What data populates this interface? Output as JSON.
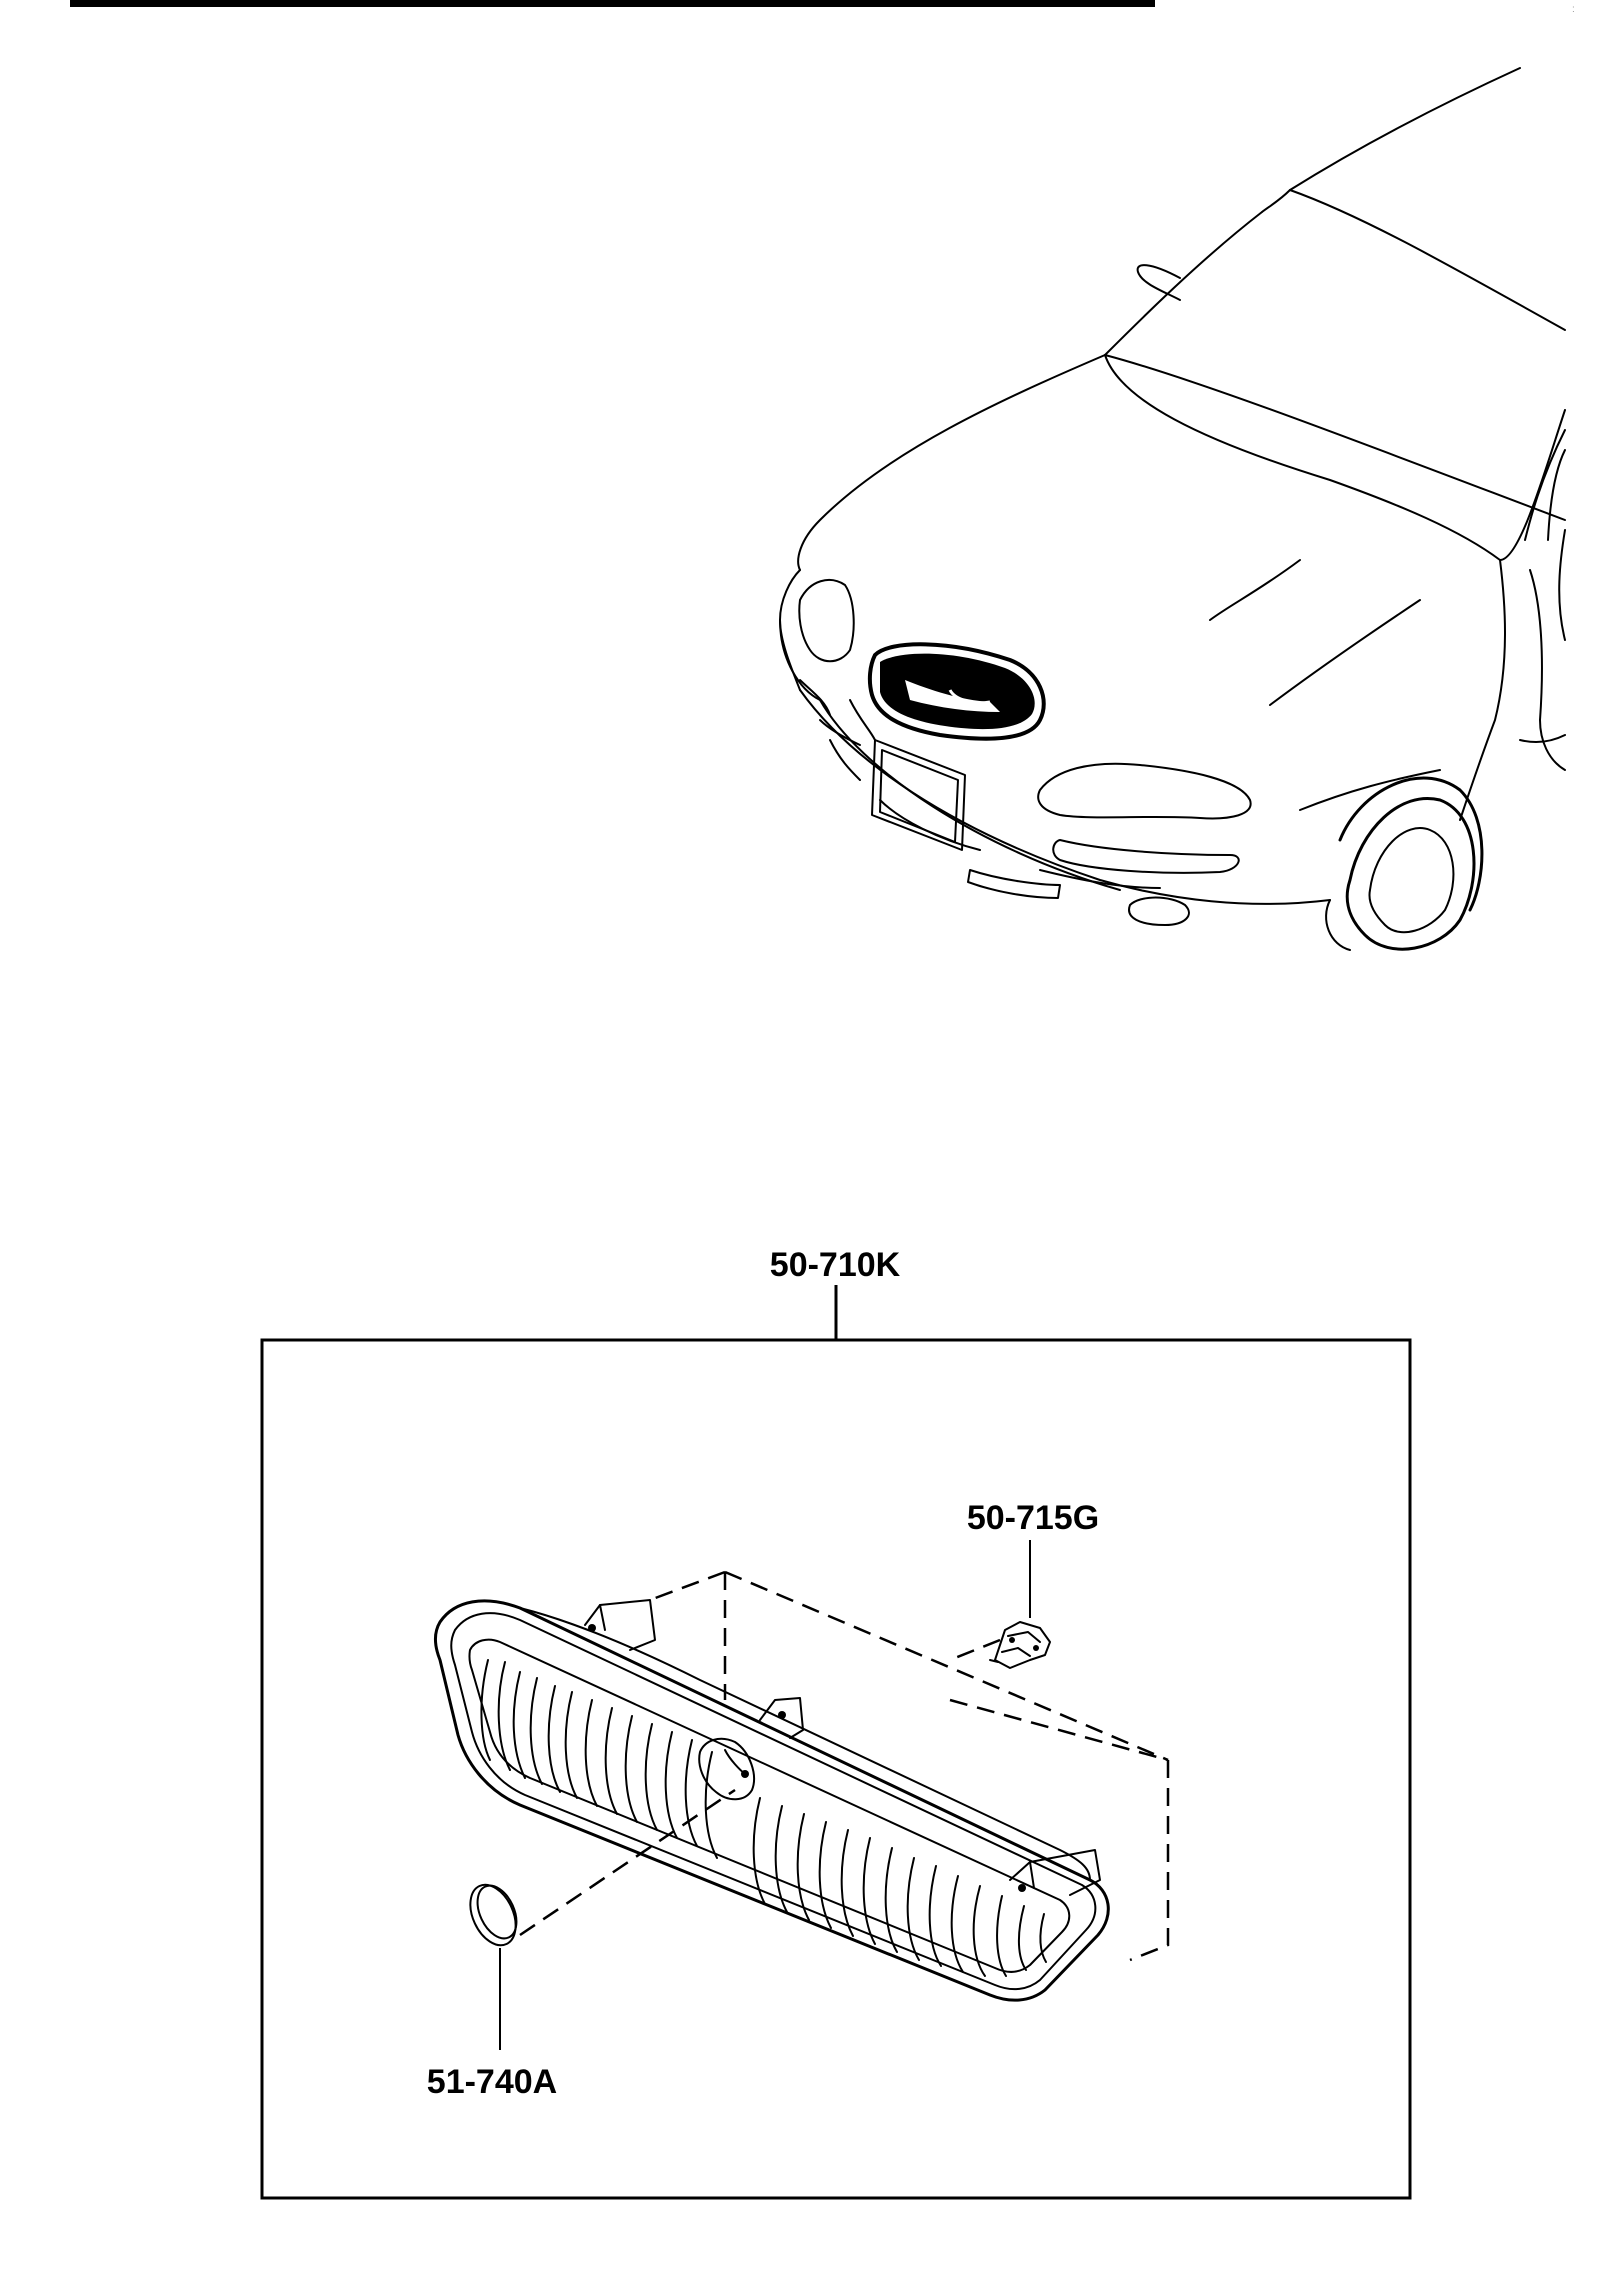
{
  "labels": {
    "assembly": "50-710K",
    "clip": "50-715G",
    "emblem": "51-740A"
  },
  "colors": {
    "ink": "#000000",
    "background": "#ffffff"
  }
}
